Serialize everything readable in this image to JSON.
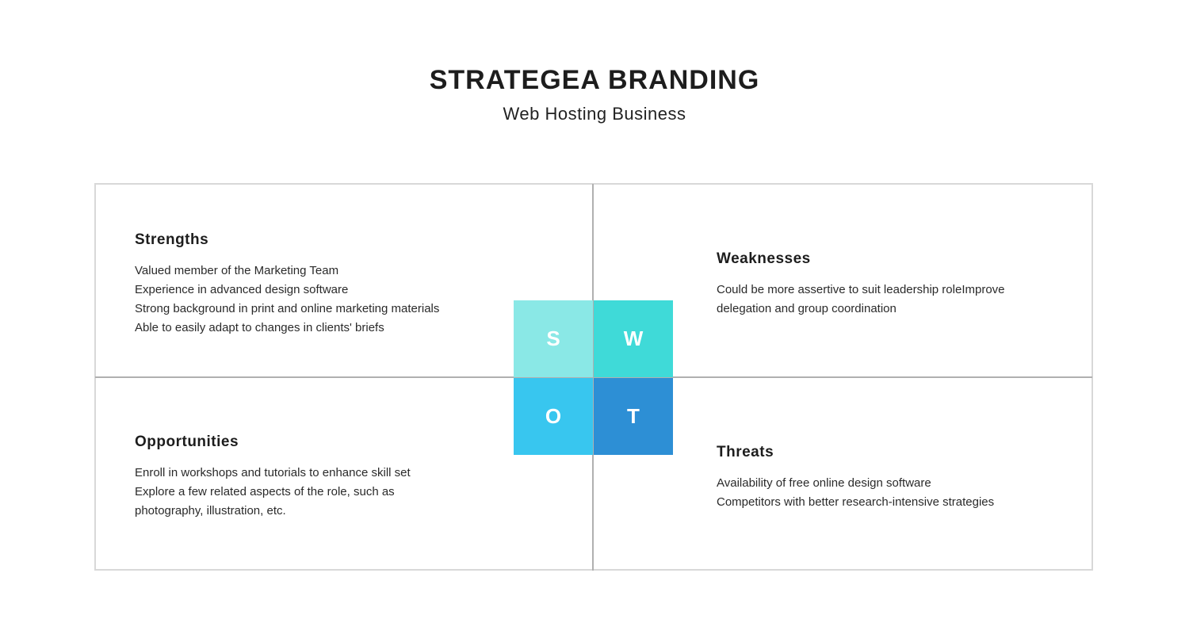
{
  "header": {
    "title": "STRATEGEA BRANDING",
    "subtitle": "Web Hosting Business"
  },
  "swot": {
    "letters": {
      "s": "S",
      "w": "W",
      "o": "O",
      "t": "T"
    },
    "colors": {
      "s": "#8ae8e6",
      "w": "#3fdad8",
      "o": "#38c6ef",
      "t": "#2d8fd5"
    },
    "strengths": {
      "title": "Strengths",
      "items": [
        "Valued member of the Marketing Team",
        "Experience in advanced design software",
        "Strong background in print and online marketing materials",
        "Able to easily adapt to changes in clients' briefs"
      ]
    },
    "weaknesses": {
      "title": "Weaknesses",
      "items": [
        "Could be more assertive to suit leadership roleImprove delegation and group coordination"
      ]
    },
    "opportunities": {
      "title": "Opportunities",
      "items": [
        "Enroll in workshops and tutorials to enhance skill set",
        "Explore a few related aspects of the role, such as photography, illustration, etc."
      ]
    },
    "threats": {
      "title": "Threats",
      "items": [
        "Availability of free online design software",
        "Competitors with better research-intensive strategies"
      ]
    }
  }
}
